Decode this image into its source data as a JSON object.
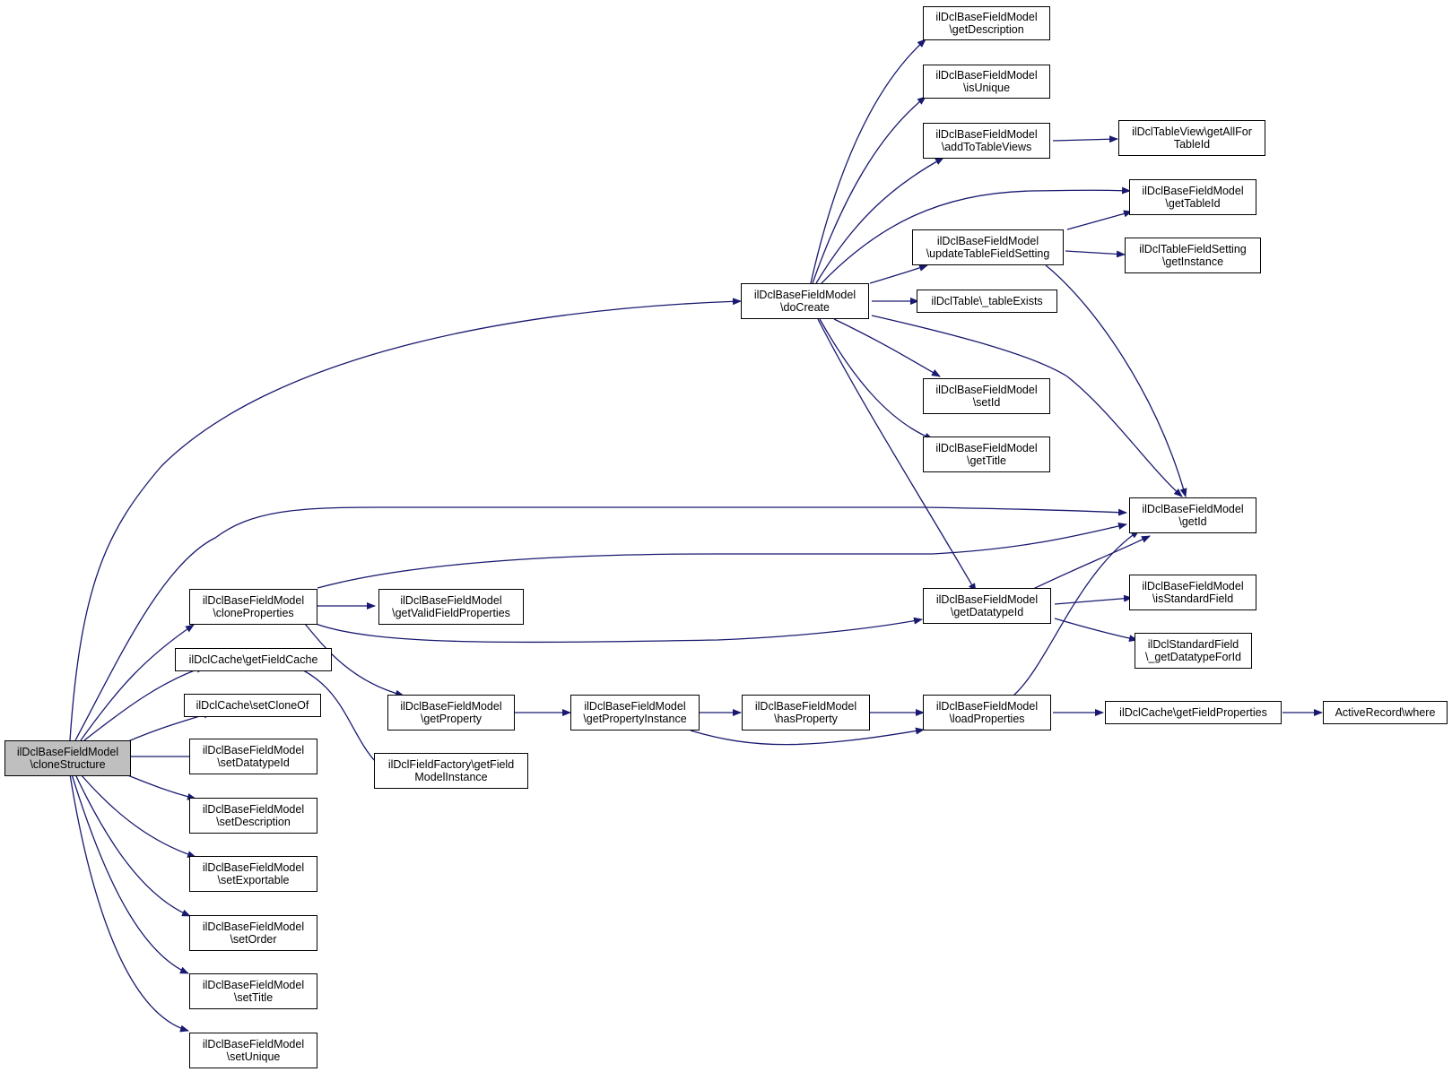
{
  "colors": {
    "edge": "#191970",
    "root_fill": "#bfbfbf",
    "node_fill": "#ffffff",
    "node_border": "#000000"
  },
  "nodes": {
    "cloneStructure": "ilDclBaseFieldModel\n\\cloneStructure",
    "cloneProperties": "ilDclBaseFieldModel\n\\cloneProperties",
    "getFieldCache": "ilDclCache\\getFieldCache",
    "setCloneOf": "ilDclCache\\setCloneOf",
    "setDatatypeId": "ilDclBaseFieldModel\n\\setDatatypeId",
    "setDescription": "ilDclBaseFieldModel\n\\setDescription",
    "setExportable": "ilDclBaseFieldModel\n\\setExportable",
    "setOrder": "ilDclBaseFieldModel\n\\setOrder",
    "setTitle": "ilDclBaseFieldModel\n\\setTitle",
    "setUnique": "ilDclBaseFieldModel\n\\setUnique",
    "getValidFieldProperties": "ilDclBaseFieldModel\n\\getValidFieldProperties",
    "getProperty": "ilDclBaseFieldModel\n\\getProperty",
    "getFieldModelInstance": "ilDclFieldFactory\\getField\nModelInstance",
    "getPropertyInstance": "ilDclBaseFieldModel\n\\getPropertyInstance",
    "hasProperty": "ilDclBaseFieldModel\n\\hasProperty",
    "doCreate": "ilDclBaseFieldModel\n\\doCreate",
    "getDescription": "ilDclBaseFieldModel\n\\getDescription",
    "isUnique": "ilDclBaseFieldModel\n\\isUnique",
    "addToTableViews": "ilDclBaseFieldModel\n\\addToTableViews",
    "updateTableFieldSetting": "ilDclBaseFieldModel\n\\updateTableFieldSetting",
    "tableExists": "ilDclTable\\_tableExists",
    "setId": "ilDclBaseFieldModel\n\\setId",
    "getTitle": "ilDclBaseFieldModel\n\\getTitle",
    "getDatatypeId": "ilDclBaseFieldModel\n\\getDatatypeId",
    "loadProperties": "ilDclBaseFieldModel\n\\loadProperties",
    "getAllForTableId": "ilDclTableView\\getAllFor\nTableId",
    "getTableId": "ilDclBaseFieldModel\n\\getTableId",
    "getInstance": "ilDclTableFieldSetting\n\\getInstance",
    "getId": "ilDclBaseFieldModel\n\\getId",
    "isStandardField": "ilDclBaseFieldModel\n\\isStandardField",
    "getDatatypeForId": "ilDclStandardField\n\\_getDatatypeForId",
    "getFieldProperties": "ilDclCache\\getFieldProperties",
    "where": "ActiveRecord\\where"
  }
}
